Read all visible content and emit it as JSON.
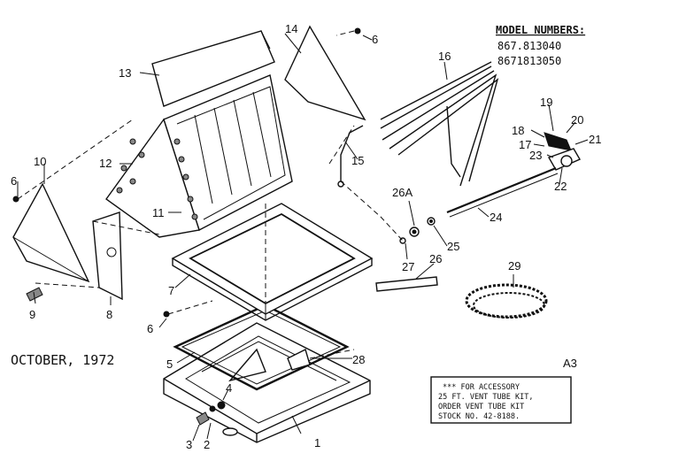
{
  "model_block": {
    "title": "MODEL NUMBERS:",
    "numbers": [
      "867.813040",
      "8671813050"
    ]
  },
  "date": "OCTOBER, 1972",
  "sheet_id": "A3",
  "accessory_note": {
    "lines": [
      "*** FOR ACCESSORY",
      "25 FT. VENT TUBE KIT,",
      "ORDER VENT TUBE KIT",
      "STOCK NO. 42-8188."
    ]
  },
  "part_labels": {
    "p1": "1",
    "p2": "2",
    "p3": "3",
    "p4": "4",
    "p5": "5",
    "p6a": "6",
    "p6b": "6",
    "p6c": "6",
    "p7": "7",
    "p8": "8",
    "p9": "9",
    "p10": "10",
    "p11": "11",
    "p12": "12",
    "p13": "13",
    "p14": "14",
    "p15": "15",
    "p16": "16",
    "p17": "17",
    "p18": "18",
    "p19": "19",
    "p20": "20",
    "p21": "21",
    "p22": "22",
    "p23": "23",
    "p24": "24",
    "p25": "25",
    "p26": "26",
    "p26a": "26A",
    "p27": "27",
    "p28": "28",
    "p29": "29"
  }
}
